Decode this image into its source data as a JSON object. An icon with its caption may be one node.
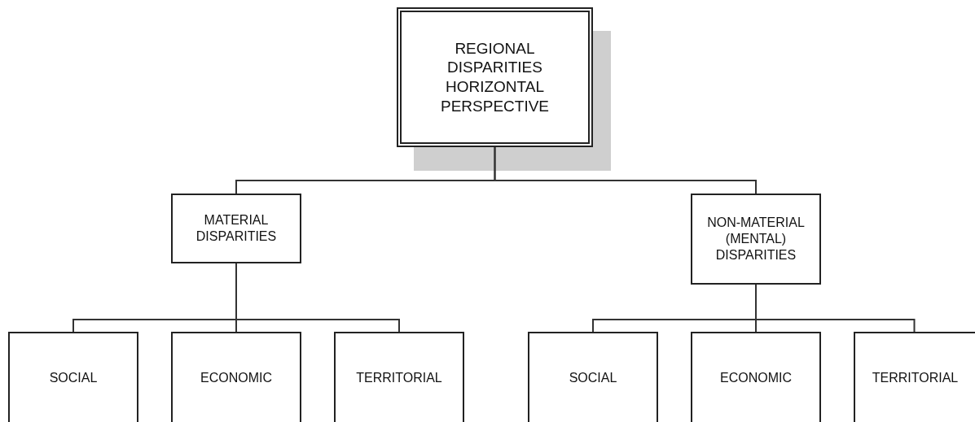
{
  "diagram": {
    "nodes": [
      {
        "text": [
          "REGIONAL DISPARITIES HORIZONTAL PERSPECTIVE"
        ]
      },
      {
        "text": [
          "MATERIAL DISPARITIES"
        ]
      },
      {
        "text": [
          "NON-MATERIAL (MENTAL) DISPARITIES"
        ]
      },
      {
        "text": [
          "SOCIAL"
        ]
      },
      {
        "text": [
          "ECONOMIC"
        ]
      },
      {
        "text": [
          "TERRITORIAL"
        ]
      },
      {
        "text": [
          "SOCIAL"
        ]
      },
      {
        "text": [
          "ECONOMIC"
        ]
      },
      {
        "text": [
          "TERRITORIAL"
        ]
      }
    ],
    "edges": [
      {
        "from": 0,
        "to": 1,
        "arrow": "none"
      },
      {
        "from": 0,
        "to": 2,
        "arrow": "none"
      },
      {
        "from": 1,
        "to": 3,
        "arrow": "none"
      },
      {
        "from": 1,
        "to": 4,
        "arrow": "none"
      },
      {
        "from": 1,
        "to": 5,
        "arrow": "none"
      },
      {
        "from": 2,
        "to": 6,
        "arrow": "none"
      },
      {
        "from": 2,
        "to": 7,
        "arrow": "none"
      },
      {
        "from": 2,
        "to": 8,
        "arrow": "none"
      }
    ]
  }
}
